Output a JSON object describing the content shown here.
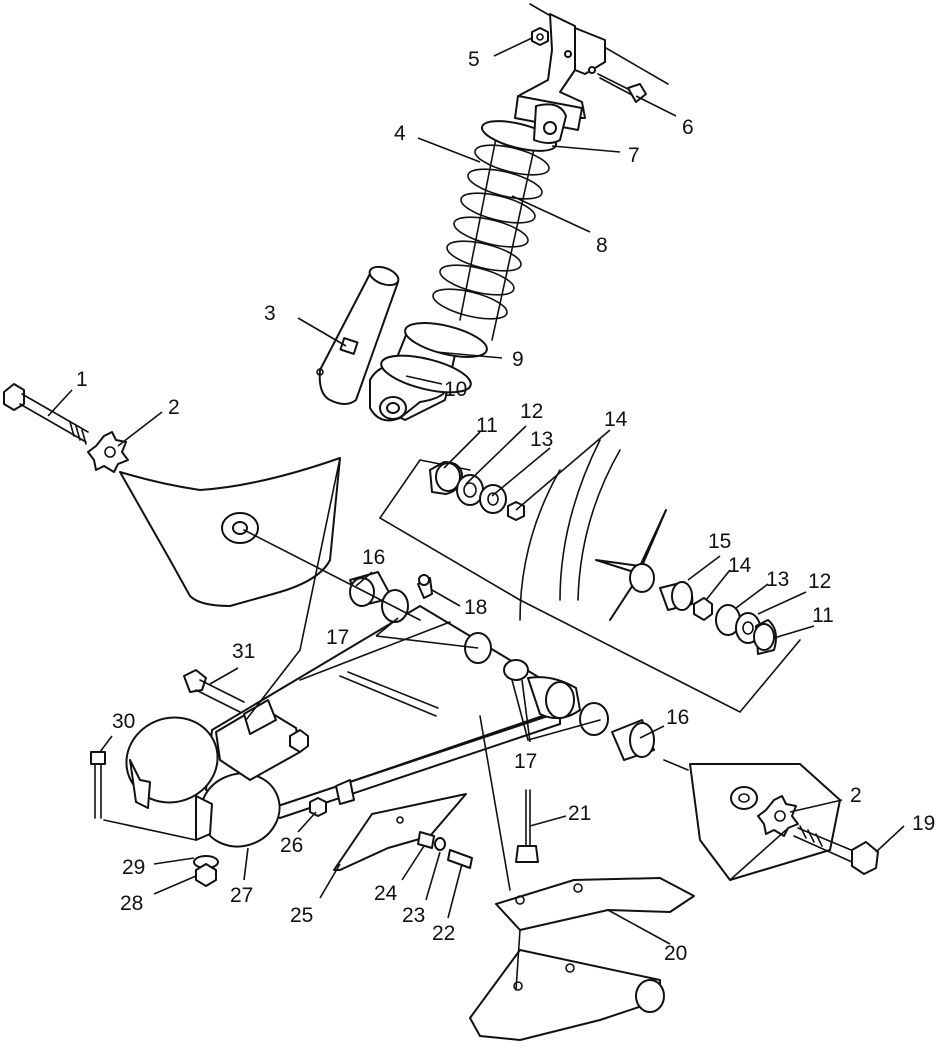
{
  "callouts": [
    "1",
    "2",
    "3",
    "4",
    "5",
    "6",
    "7",
    "8",
    "9",
    "10",
    "11",
    "12",
    "13",
    "14",
    "11",
    "12",
    "13",
    "14",
    "15",
    "16",
    "16",
    "17",
    "17",
    "18",
    "19",
    "20",
    "21",
    "22",
    "23",
    "24",
    "25",
    "26",
    "27",
    "28",
    "29",
    "30",
    "31",
    "2"
  ],
  "colors": {
    "ink": "#111111",
    "paper": "#ffffff"
  }
}
